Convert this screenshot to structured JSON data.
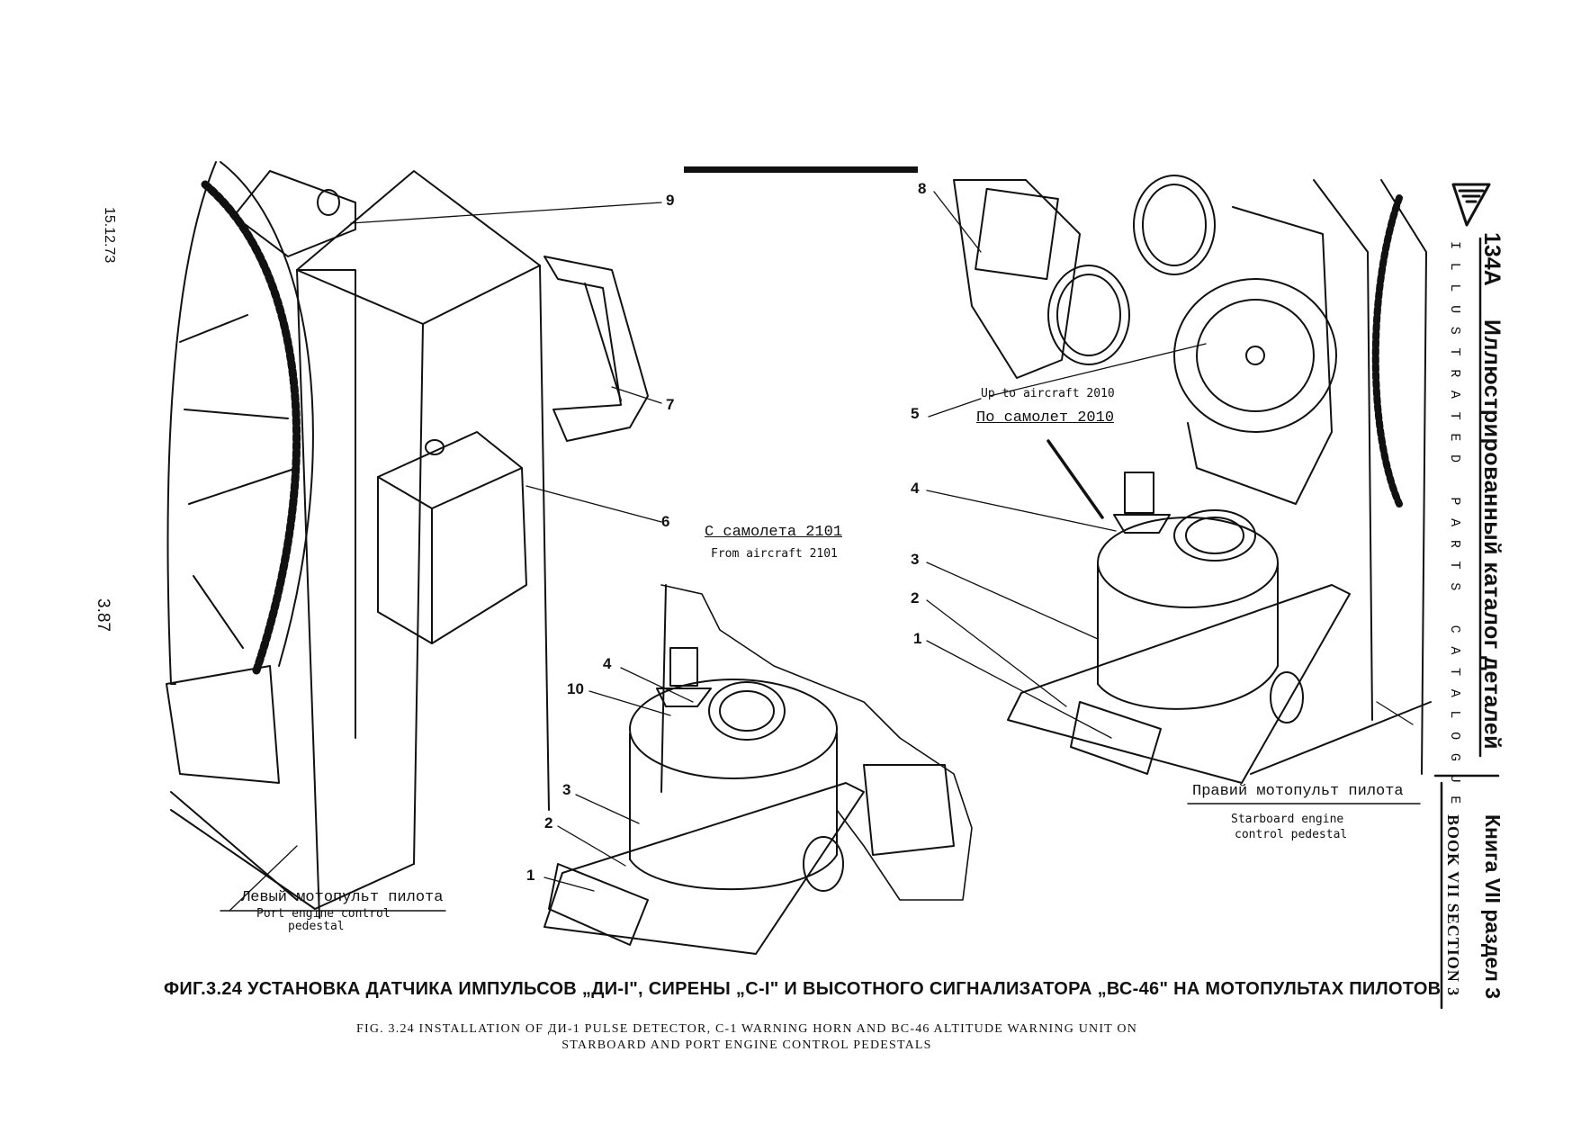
{
  "margin": {
    "date": "15.12.73",
    "page_number": "3.87"
  },
  "header": {
    "model": "134A",
    "title_ru": "Иллюстрированный каталог деталей",
    "title_en": "ILLUSTRATED PARTS CATALOGUE",
    "book_ru": "Книга VII раздел 3",
    "book_en": "BOOK VII SECTION 3"
  },
  "callouts": {
    "left": [
      "9",
      "7",
      "6"
    ],
    "center": [
      "4",
      "10",
      "3",
      "2",
      "1"
    ],
    "right": [
      "8",
      "5",
      "4",
      "3",
      "2",
      "1"
    ]
  },
  "labels": {
    "left_pedestal_ru": "Левый мотопульт пилота",
    "left_pedestal_en_line1": "Port engine control",
    "left_pedestal_en_line2": "pedestal",
    "from_aircraft_ru": "С самолета 2101",
    "from_aircraft_en": "From aircraft 2101",
    "up_to_aircraft_en": "Up to aircraft 2010",
    "up_to_aircraft_ru": "По самолет 2010",
    "right_pedestal_ru": "Правий мотопульт пилота",
    "right_pedestal_en_line1": "Starboard engine",
    "right_pedestal_en_line2": "control pedestal"
  },
  "caption": {
    "ru": "ФИГ.3.24 УСТАНОВКА ДАТЧИКА ИМПУЛЬСОВ „ДИ-I\", СИРЕНЫ „С-I\" И ВЫСОТНОГО СИГНАЛИЗАТОРА „ВС-46\" НА МОТОПУЛЬТАХ ПИЛОТОВ",
    "en_line1": "FIG. 3.24 INSTALLATION OF ДИ-1 PULSE DETECTOR, C-1 WARNING HORN AND BC-46 ALTITUDE WARNING UNIT ON",
    "en_line2": "STARBOARD AND PORT ENGINE CONTROL PEDESTALS"
  },
  "colors": {
    "ink": "#111111",
    "paper": "#ffffff"
  }
}
